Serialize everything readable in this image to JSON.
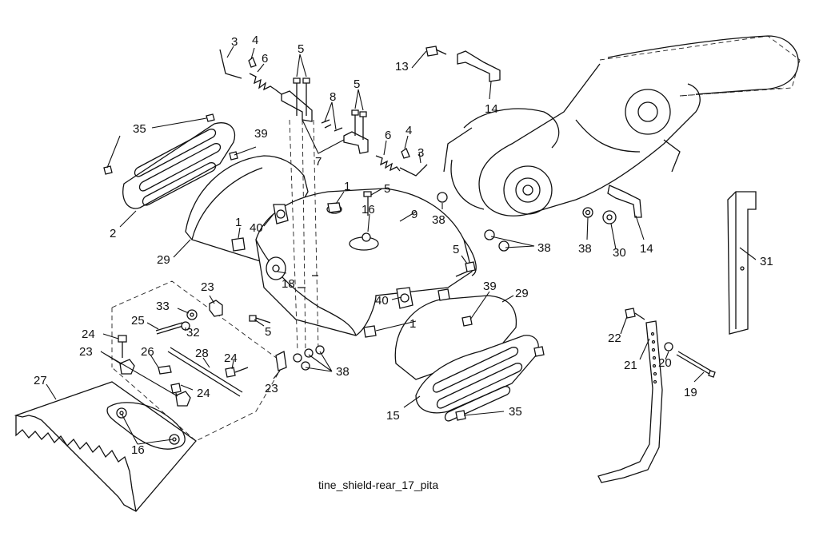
{
  "caption": "tine_shield-rear_17_pita",
  "callouts": [
    {
      "id": "c3a",
      "label": "3"
    },
    {
      "id": "c4a",
      "label": "4"
    },
    {
      "id": "c6a",
      "label": "6"
    },
    {
      "id": "c5a",
      "label": "5"
    },
    {
      "id": "c5b",
      "label": "5"
    },
    {
      "id": "c8",
      "label": "8"
    },
    {
      "id": "c7",
      "label": "7"
    },
    {
      "id": "c6b",
      "label": "6"
    },
    {
      "id": "c4b",
      "label": "4"
    },
    {
      "id": "c3b",
      "label": "3"
    },
    {
      "id": "c13",
      "label": "13"
    },
    {
      "id": "c14a",
      "label": "14"
    },
    {
      "id": "c35a",
      "label": "35"
    },
    {
      "id": "c39a",
      "label": "39"
    },
    {
      "id": "c2",
      "label": "2"
    },
    {
      "id": "c1a",
      "label": "1"
    },
    {
      "id": "c5c",
      "label": "5"
    },
    {
      "id": "c16a",
      "label": "16"
    },
    {
      "id": "c9",
      "label": "9"
    },
    {
      "id": "c38a",
      "label": "38"
    },
    {
      "id": "c40a",
      "label": "40"
    },
    {
      "id": "c1b",
      "label": "1"
    },
    {
      "id": "c29a",
      "label": "29"
    },
    {
      "id": "c18",
      "label": "18"
    },
    {
      "id": "c38b",
      "label": "38"
    },
    {
      "id": "c38c",
      "label": "38"
    },
    {
      "id": "c30",
      "label": "30"
    },
    {
      "id": "c14b",
      "label": "14"
    },
    {
      "id": "c31",
      "label": "31"
    },
    {
      "id": "c5d",
      "label": "5"
    },
    {
      "id": "c39b",
      "label": "39"
    },
    {
      "id": "c29b",
      "label": "29"
    },
    {
      "id": "c40b",
      "label": "40"
    },
    {
      "id": "c1c",
      "label": "1"
    },
    {
      "id": "c23a",
      "label": "23"
    },
    {
      "id": "c33",
      "label": "33"
    },
    {
      "id": "c25",
      "label": "25"
    },
    {
      "id": "c32",
      "label": "32"
    },
    {
      "id": "c5e",
      "label": "5"
    },
    {
      "id": "c24a",
      "label": "24"
    },
    {
      "id": "c23b",
      "label": "23"
    },
    {
      "id": "c26",
      "label": "26"
    },
    {
      "id": "c28",
      "label": "28"
    },
    {
      "id": "c24b",
      "label": "24"
    },
    {
      "id": "c24c",
      "label": "24"
    },
    {
      "id": "c27",
      "label": "27"
    },
    {
      "id": "c16b",
      "label": "16"
    },
    {
      "id": "c23c",
      "label": "23"
    },
    {
      "id": "c38d",
      "label": "38"
    },
    {
      "id": "c15",
      "label": "15"
    },
    {
      "id": "c35b",
      "label": "35"
    },
    {
      "id": "c22",
      "label": "22"
    },
    {
      "id": "c21",
      "label": "21"
    },
    {
      "id": "c20",
      "label": "20"
    },
    {
      "id": "c19",
      "label": "19"
    }
  ]
}
